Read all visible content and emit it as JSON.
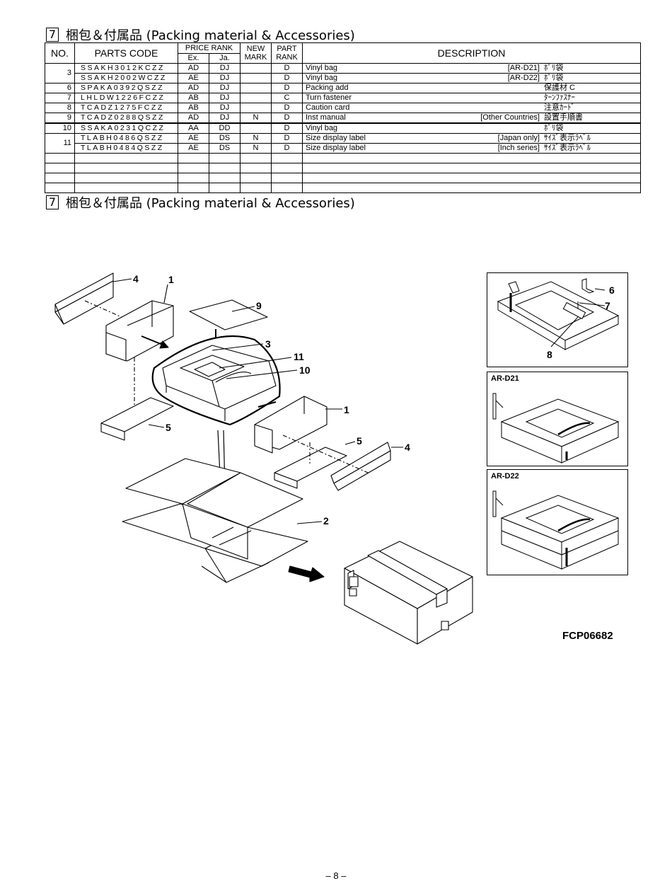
{
  "section": {
    "number": "7",
    "title": "梱包＆付属品 (Packing material & Accessories)"
  },
  "table": {
    "headers": {
      "no": "NO.",
      "parts_code": "PARTS CODE",
      "price_rank": "PRICE RANK",
      "ex": "Ex.",
      "ja": "Ja.",
      "new_mark": "NEW MARK",
      "part_rank": "PART RANK",
      "description": "DESCRIPTION"
    },
    "rows": [
      {
        "no": "3",
        "code": "SSAKH3012KCZZ",
        "ex": "AD",
        "ja": "DJ",
        "new": "",
        "rank": "D",
        "desc": "Vinyl bag",
        "note": "[AR-D21]",
        "jp": "ﾎﾟﾘ袋"
      },
      {
        "no": "",
        "code": "SSAKH2002WCZZ",
        "ex": "AE",
        "ja": "DJ",
        "new": "",
        "rank": "D",
        "desc": "Vinyl bag",
        "note": "[AR-D22]",
        "jp": "ﾎﾟﾘ袋"
      },
      {
        "no": "6",
        "code": "SPAKA0392QSZZ",
        "ex": "AD",
        "ja": "DJ",
        "new": "",
        "rank": "D",
        "desc": "Packing add",
        "note": "",
        "jp": "保護材 C"
      },
      {
        "no": "7",
        "code": "LHLDW1226FCZZ",
        "ex": "AB",
        "ja": "DJ",
        "new": "",
        "rank": "C",
        "desc": "Turn fastener",
        "note": "",
        "jp": "ﾀｰﾝﾌｧｽﾅｰ"
      },
      {
        "no": "8",
        "code": "TCADZ1275FCZZ",
        "ex": "AB",
        "ja": "DJ",
        "new": "",
        "rank": "D",
        "desc": "Caution card",
        "note": "",
        "jp": "注意ｶｰﾄﾞ"
      },
      {
        "no": "9",
        "code": "TCADZ0288QSZZ",
        "ex": "AD",
        "ja": "DJ",
        "new": "N",
        "rank": "D",
        "desc": "Inst manual",
        "note": "[Other  Countries]",
        "jp": "設置手順書"
      },
      {
        "no": "10",
        "code": "SSAKA0231QCZZ",
        "ex": "AA",
        "ja": "DD",
        "new": "",
        "rank": "D",
        "desc": "Vinyl bag",
        "note": "",
        "jp": "ﾎﾟﾘ袋"
      },
      {
        "no": "11",
        "code": "TLABH0486QSZZ",
        "ex": "AE",
        "ja": "DS",
        "new": "N",
        "rank": "D",
        "desc": "Size display label",
        "note": "[Japan  only]",
        "jp": "ｻｲｽﾞ表示ﾗﾍﾞﾙ"
      },
      {
        "no": "",
        "code": "TLABH0484QSZZ",
        "ex": "AE",
        "ja": "DS",
        "new": "N",
        "rank": "D",
        "desc": "Size display label",
        "note": "[Inch  series]",
        "jp": "ｻｲｽﾞ表示ﾗﾍﾞﾙ"
      }
    ]
  },
  "figure": {
    "callouts": [
      "1",
      "2",
      "3",
      "4",
      "5",
      "6",
      "7",
      "8",
      "9",
      "10",
      "11"
    ],
    "inset_ar_d21": "AR-D21",
    "inset_ar_d22": "AR-D22",
    "figure_code": "FCP06682"
  },
  "footer": {
    "page": "– 8 –"
  }
}
